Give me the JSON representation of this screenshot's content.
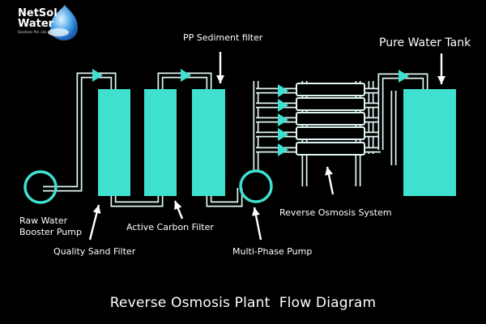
{
  "logo": {
    "name_line1": "NetSol",
    "name_line2": "Water",
    "tagline": "Solutions Pvt. Ltd."
  },
  "labels": {
    "pp_sediment": "PP Sediment filter",
    "pure_tank": "Pure Water Tank",
    "raw_pump_line1": "Raw Water",
    "raw_pump_line2": "Booster Pump",
    "quality_sand": "Quality Sand Filter",
    "active_carbon": "Active Carbon Filter",
    "multi_phase": "Multi-Phase Pump",
    "ro_system": "Reverse Osmosis System"
  },
  "title": "Reverse Osmosis Plant  Flow Diagram",
  "colors": {
    "component": "#40e0d0",
    "pipe": "#dff7f4",
    "arrow": "#40e0d0",
    "pointer": "#ffffff",
    "background": "#000000"
  },
  "icons": {
    "logo": "water-drop-logo-icon"
  }
}
